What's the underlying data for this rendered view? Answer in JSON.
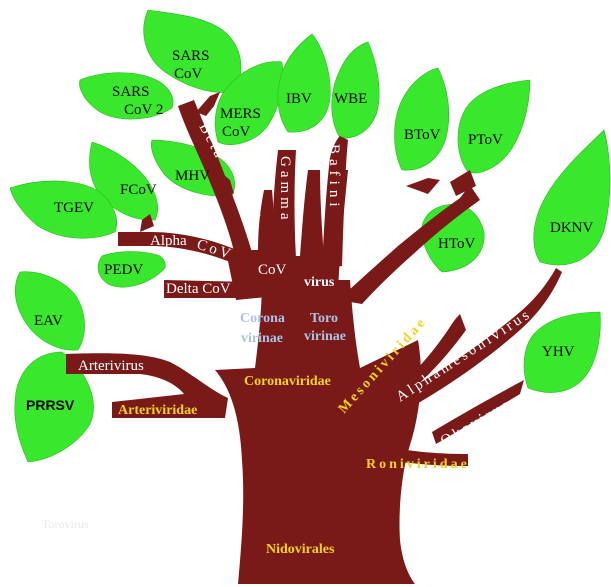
{
  "order": "Nidovirales",
  "families": {
    "coronaviridae": "Coronaviridae",
    "arteriviridae": "Arteriviridae",
    "mesoniviridae": "Mesoniviridae",
    "roniviridae": "Roniviridae"
  },
  "subfamilies": {
    "coronavirinae_1": "Corona",
    "coronavirinae_2": "virinae",
    "torovirinae_1": "Toro",
    "torovirinae_2": "virinae"
  },
  "genera": {
    "alpha": "Alpha",
    "alpha_cov": "CoV",
    "beta": "Beta",
    "beta_cov": "CoV",
    "gamma": "Gamma",
    "gamma_cov": "CoV",
    "delta_cov": "Delta CoV",
    "bafini": "Bafini",
    "bafini_suffix": "virus",
    "torovirus": "Torovirus",
    "arterivirus": "Arterivirus",
    "alphamesonivirus": "Alphamesonivirus",
    "okavirus": "Okavirus"
  },
  "leaves": {
    "sars_cov_1": "SARS",
    "sars_cov_2": "CoV",
    "sars_cov2_1": "SARS",
    "sars_cov2_2": "CoV 2",
    "mers_1": "MERS",
    "mers_2": "CoV",
    "ibv": "IBV",
    "wbe": "WBE",
    "btov": "BToV",
    "ptov": "PToV",
    "htov": "HToV",
    "dknv": "DKNV",
    "yhv": "YHV",
    "mhv": "MHV",
    "fcov": "FCoV",
    "tgev": "TGEV",
    "pedv": "PEDV",
    "eav": "EAV",
    "prrsv": "PRRSV"
  },
  "watermark": "Torovirus",
  "colors": {
    "leaf": "#39e82c",
    "wood": "#7a1a18",
    "family_text": "#f2d21a",
    "subfamily_text": "#a9c3e6"
  }
}
